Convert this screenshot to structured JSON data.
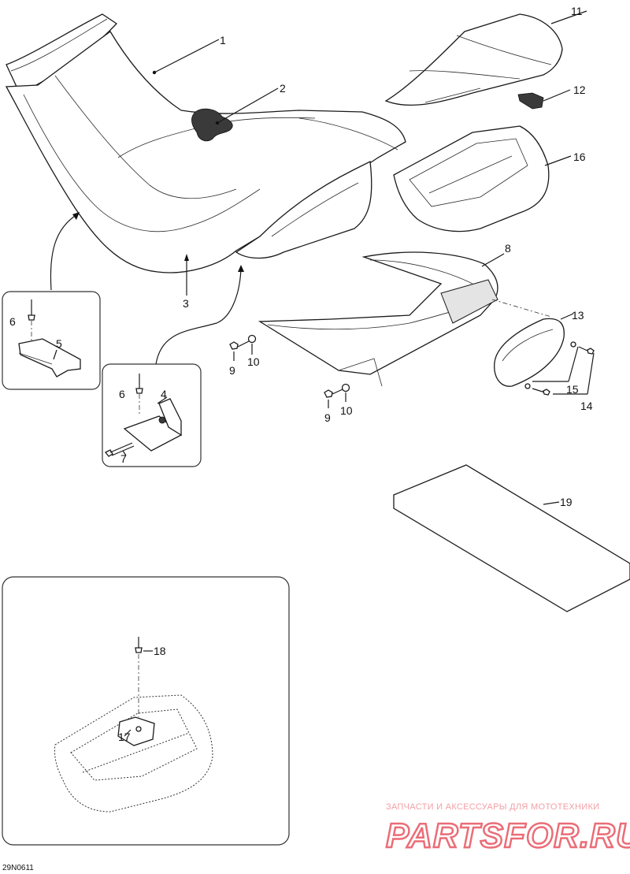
{
  "diagram": {
    "callouts": [
      {
        "id": "c1",
        "text": "1"
      },
      {
        "id": "c2",
        "text": "2"
      },
      {
        "id": "c3",
        "text": "3"
      },
      {
        "id": "c4",
        "text": "4"
      },
      {
        "id": "c5",
        "text": "5"
      },
      {
        "id": "c6a",
        "text": "6"
      },
      {
        "id": "c6b",
        "text": "6"
      },
      {
        "id": "c7",
        "text": "7"
      },
      {
        "id": "c8",
        "text": "8"
      },
      {
        "id": "c9a",
        "text": "9"
      },
      {
        "id": "c9b",
        "text": "9"
      },
      {
        "id": "c10a",
        "text": "10"
      },
      {
        "id": "c10b",
        "text": "10"
      },
      {
        "id": "c11",
        "text": "11"
      },
      {
        "id": "c12",
        "text": "12"
      },
      {
        "id": "c13",
        "text": "13"
      },
      {
        "id": "c14",
        "text": "14"
      },
      {
        "id": "c15",
        "text": "15"
      },
      {
        "id": "c16",
        "text": "16"
      },
      {
        "id": "c17",
        "text": "17"
      },
      {
        "id": "c18",
        "text": "18"
      },
      {
        "id": "c19",
        "text": "19"
      }
    ],
    "drawing_code": "29N0611"
  },
  "watermark": {
    "tagline": "ЗАПЧАСТИ И АКСЕССУАРЫ ДЛЯ МОТОТЕХНИКИ",
    "brand": "PARTSFOR.RU",
    "color": "#e8646f"
  }
}
